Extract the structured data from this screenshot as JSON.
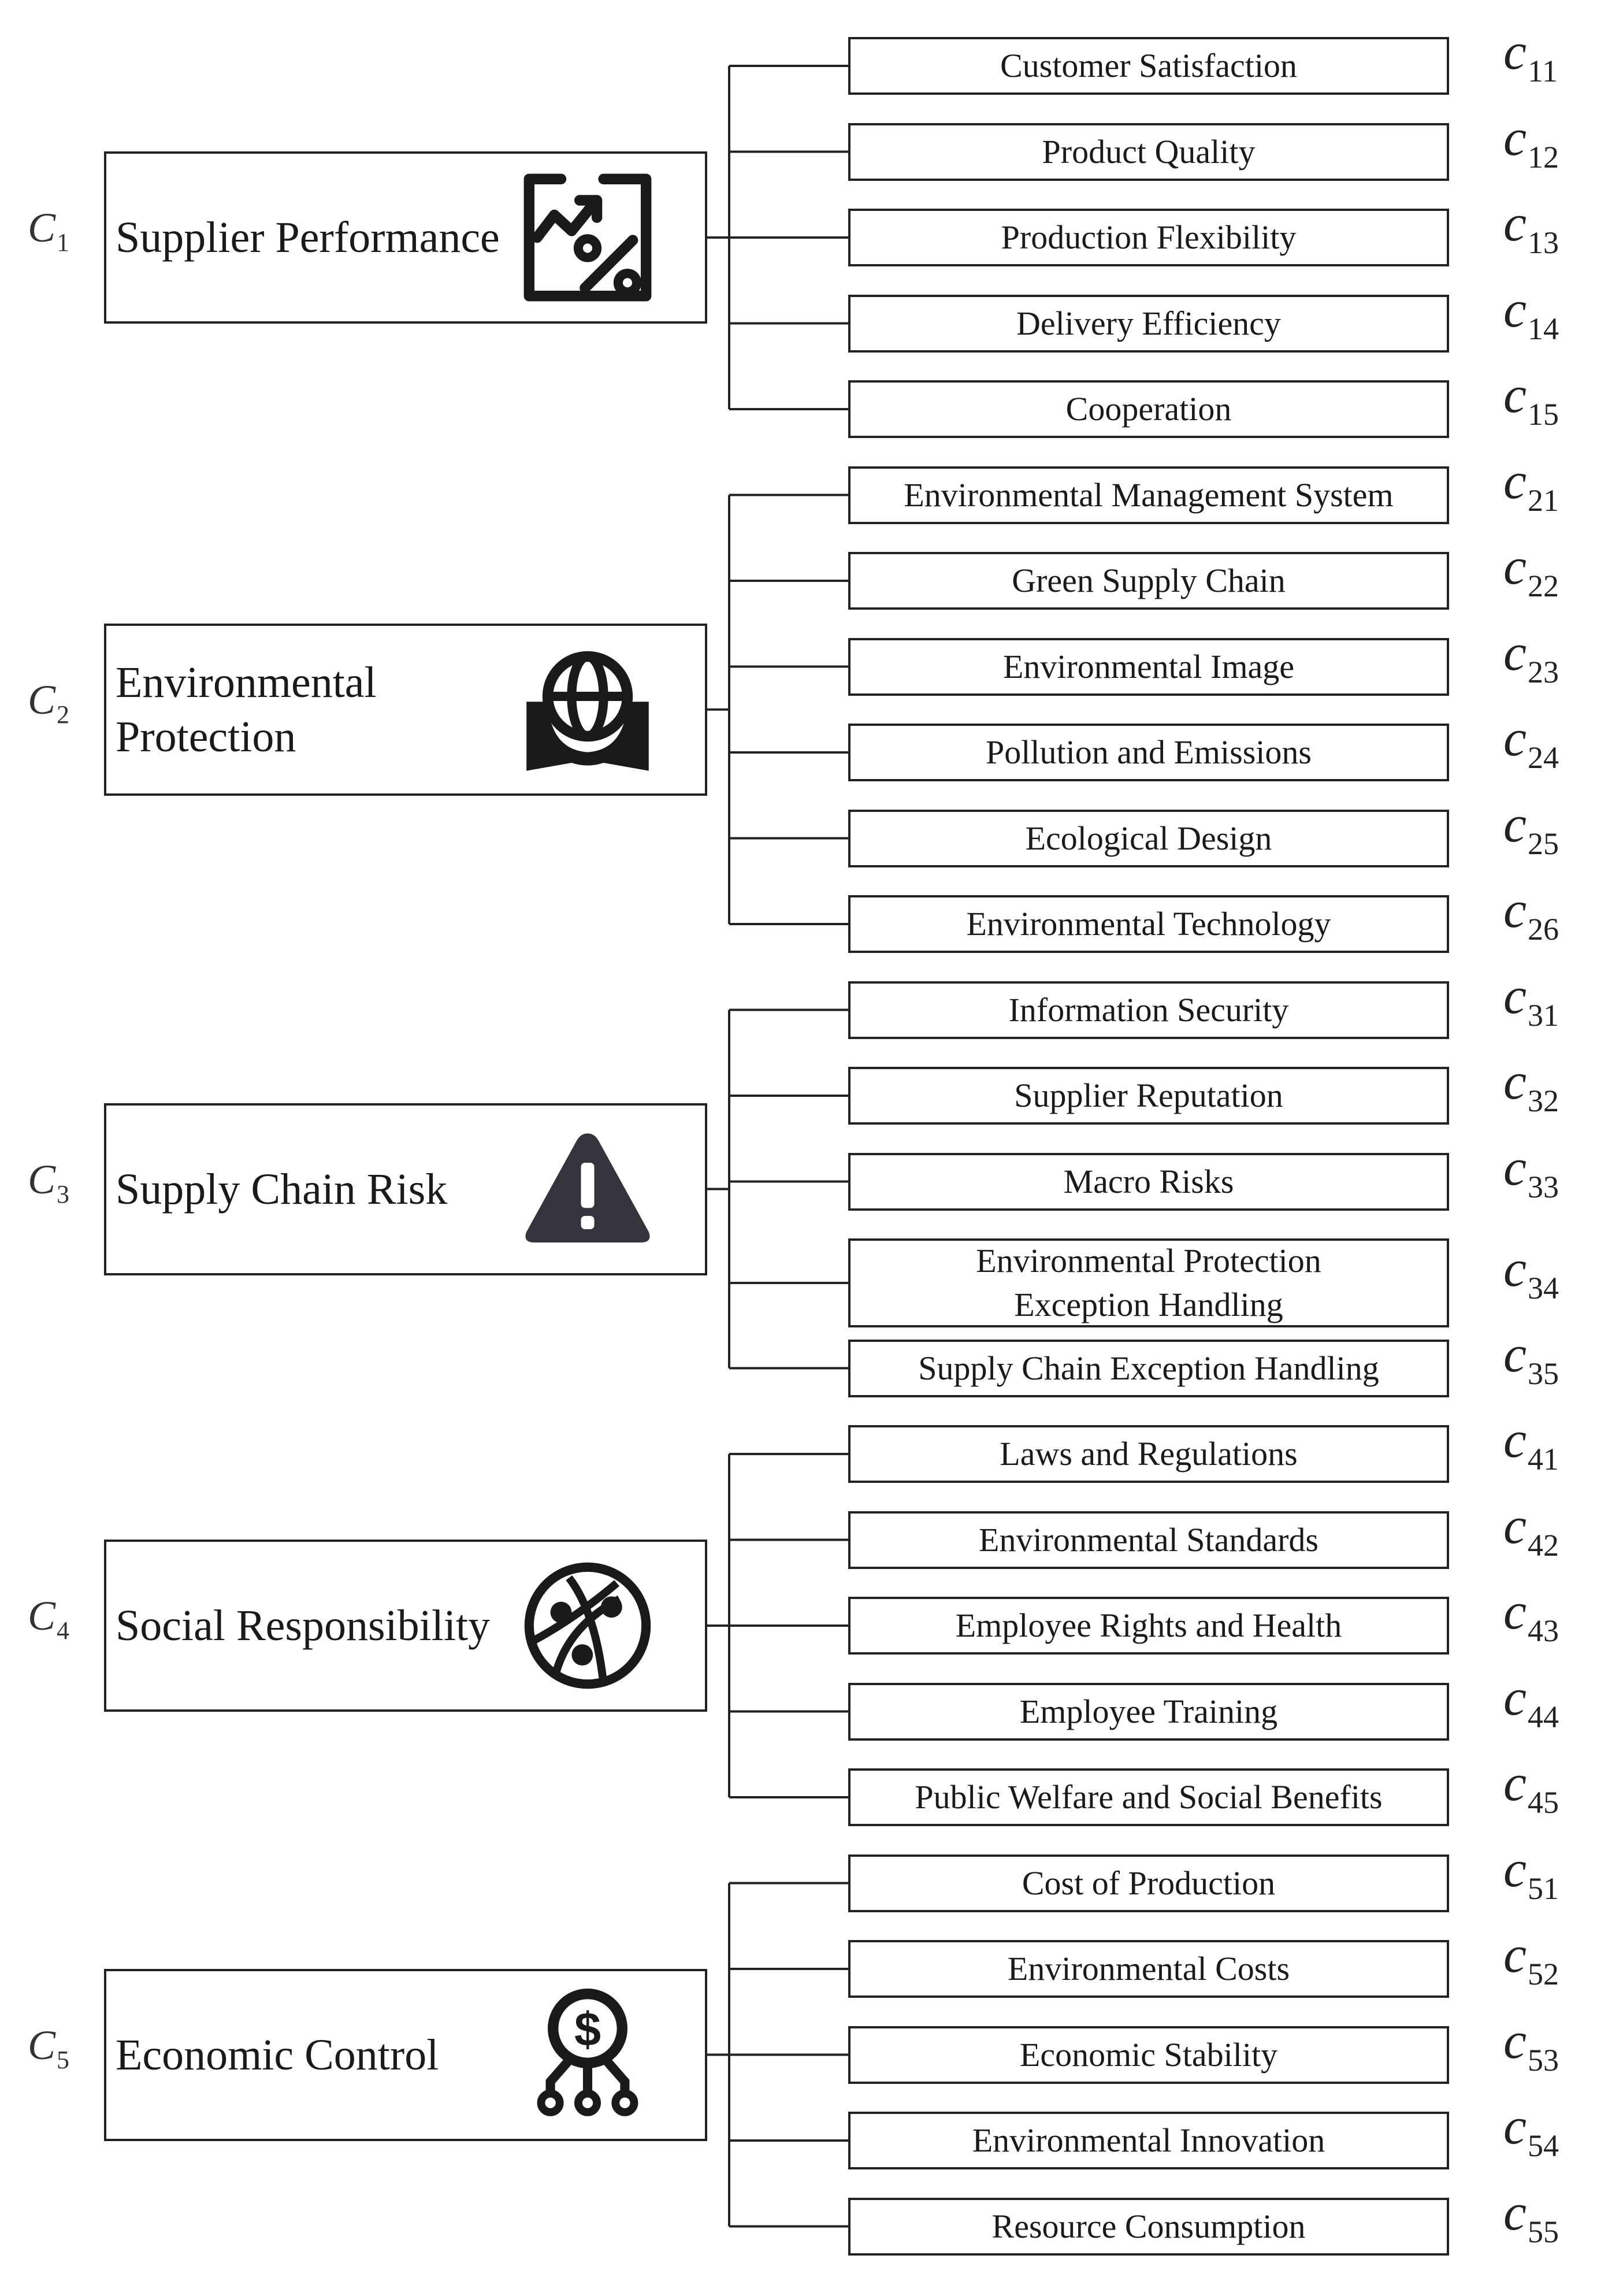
{
  "categories": [
    {
      "symbol": "C",
      "symbol_sub": "1",
      "label": "Supplier Performance",
      "icon": "chart-percent-icon",
      "children": [
        {
          "label": "Customer Satisfaction",
          "code": "c",
          "code_sub": "11"
        },
        {
          "label": "Product Quality",
          "code": "c",
          "code_sub": "12"
        },
        {
          "label": "Production Flexibility",
          "code": "c",
          "code_sub": "13"
        },
        {
          "label": "Delivery Efficiency",
          "code": "c",
          "code_sub": "14"
        },
        {
          "label": "Cooperation",
          "code": "c",
          "code_sub": "15"
        }
      ]
    },
    {
      "symbol": "C",
      "symbol_sub": "2",
      "label": "Environmental Protection",
      "icon": "globe-book-icon",
      "children": [
        {
          "label": "Environmental Management System",
          "code": "c",
          "code_sub": "21"
        },
        {
          "label": "Green Supply Chain",
          "code": "c",
          "code_sub": "22"
        },
        {
          "label": "Environmental Image",
          "code": "c",
          "code_sub": "23"
        },
        {
          "label": "Pollution and Emissions",
          "code": "c",
          "code_sub": "24"
        },
        {
          "label": "Ecological Design",
          "code": "c",
          "code_sub": "25"
        },
        {
          "label": "Environmental Technology",
          "code": "c",
          "code_sub": "26"
        }
      ]
    },
    {
      "symbol": "C",
      "symbol_sub": "3",
      "label": "Supply Chain Risk",
      "icon": "warning-icon",
      "children": [
        {
          "label": "Information Security",
          "code": "c",
          "code_sub": "31"
        },
        {
          "label": "Supplier Reputation",
          "code": "c",
          "code_sub": "32"
        },
        {
          "label": "Macro Risks",
          "code": "c",
          "code_sub": "33"
        },
        {
          "label": "Environmental Protection Exception Handling",
          "code": "c",
          "code_sub": "34"
        },
        {
          "label": "Supply Chain Exception Handling",
          "code": "c",
          "code_sub": "35"
        }
      ]
    },
    {
      "symbol": "C",
      "symbol_sub": "4",
      "label": "Social Responsibility",
      "icon": "network-globe-icon",
      "children": [
        {
          "label": "Laws and Regulations",
          "code": "c",
          "code_sub": "41"
        },
        {
          "label": "Environmental Standards",
          "code": "c",
          "code_sub": "42"
        },
        {
          "label": "Employee Rights and Health",
          "code": "c",
          "code_sub": "43"
        },
        {
          "label": "Employee Training",
          "code": "c",
          "code_sub": "44"
        },
        {
          "label": "Public Welfare and Social Benefits",
          "code": "c",
          "code_sub": "45"
        }
      ]
    },
    {
      "symbol": "C",
      "symbol_sub": "5",
      "label": "Economic Control",
      "icon": "money-network-icon",
      "children": [
        {
          "label": "Cost of Production",
          "code": "c",
          "code_sub": "51"
        },
        {
          "label": "Environmental Costs",
          "code": "c",
          "code_sub": "52"
        },
        {
          "label": "Economic Stability",
          "code": "c",
          "code_sub": "53"
        },
        {
          "label": "Environmental Innovation",
          "code": "c",
          "code_sub": "54"
        },
        {
          "label": "Resource Consumption",
          "code": "c",
          "code_sub": "55"
        }
      ]
    }
  ],
  "colors": {
    "line": "#222222",
    "icon": "#1a1a1a",
    "warning_icon": "#35343d"
  }
}
